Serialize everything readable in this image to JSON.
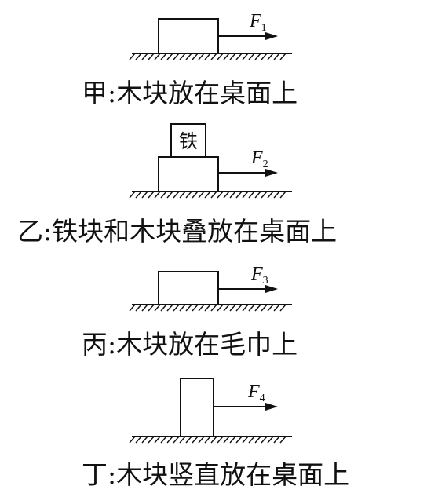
{
  "diagrams": [
    {
      "id": "jia",
      "force_label": "F",
      "force_sub": "1",
      "caption": "甲:木块放在桌面上"
    },
    {
      "id": "yi",
      "force_label": "F",
      "force_sub": "2",
      "iron_label": "铁",
      "caption": "乙:铁块和木块叠放在桌面上"
    },
    {
      "id": "bing",
      "force_label": "F",
      "force_sub": "3",
      "caption": "丙:木块放在毛巾上"
    },
    {
      "id": "ding",
      "force_label": "F",
      "force_sub": "4",
      "caption": "丁:木块竖直放在桌面上"
    }
  ]
}
